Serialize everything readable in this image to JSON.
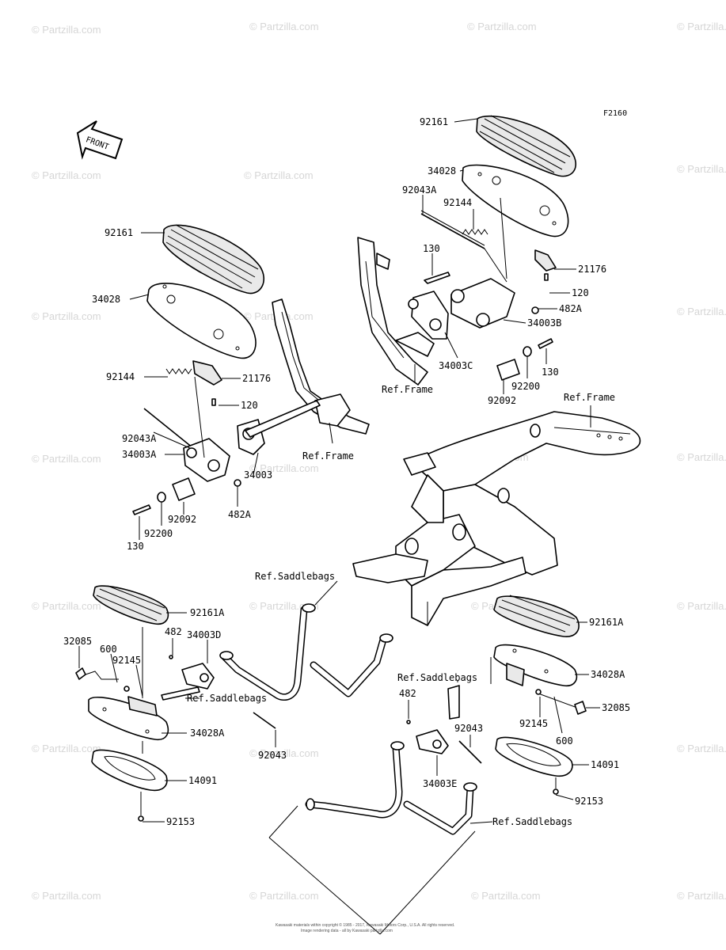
{
  "diagram_id": "F2160",
  "front_label": "FRONT",
  "watermark": "© Partzilla.com",
  "footer": {
    "line1": "Kawasaki materials within copyright © 1985 - 2017, Kawasaki Motors Corp., U.S.A. All rights reserved.",
    "line2": "Image rendering data - all by Kawasaki partzilla.com"
  },
  "labels": {
    "l92161_tr": "92161",
    "l34028_tr": "34028",
    "l92043A_tr": "92043A",
    "l92144_tr": "92144",
    "l130_tr": "130",
    "l21176_tr": "21176",
    "l120_tr": "120",
    "l482A_tr": "482A",
    "l34003B": "34003B",
    "l34003C": "34003C",
    "l130_tr2": "130",
    "l92200_tr": "92200",
    "l92092_tr": "92092",
    "refframe_tr": "Ref.Frame",
    "refframe_r": "Ref.Frame",
    "l92161_l": "92161",
    "l34028_l": "34028",
    "l92144_l": "92144",
    "l21176_l": "21176",
    "l120_l": "120",
    "l92043A_l": "92043A",
    "l34003A": "34003A",
    "l34003": "34003",
    "refframe_l": "Ref.Frame",
    "l482A_l": "482A",
    "l92092_l": "92092",
    "l92200_l": "92200",
    "l130_l": "130",
    "refsaddle_1": "Ref.Saddlebags",
    "l92161A_l": "92161A",
    "l482_l": "482",
    "l34003D": "34003D",
    "l32085_l": "32085",
    "l600_l": "600",
    "l92145_l": "92145",
    "refsaddle_2": "Ref.Saddlebags",
    "l34028A_l": "34028A",
    "l92043_l": "92043",
    "l14091_l": "14091",
    "l92153_l": "92153",
    "l92161A_r": "92161A",
    "l34028A_r": "34028A",
    "refsaddle_3": "Ref.Saddlebags",
    "l482_r": "482",
    "l92043_r": "92043",
    "l34003E": "34003E",
    "l32085_r": "32085",
    "l92145_r": "92145",
    "l600_r": "600",
    "l14091_r": "14091",
    "l92153_r": "92153",
    "refsaddle_4": "Ref.Saddlebags"
  }
}
